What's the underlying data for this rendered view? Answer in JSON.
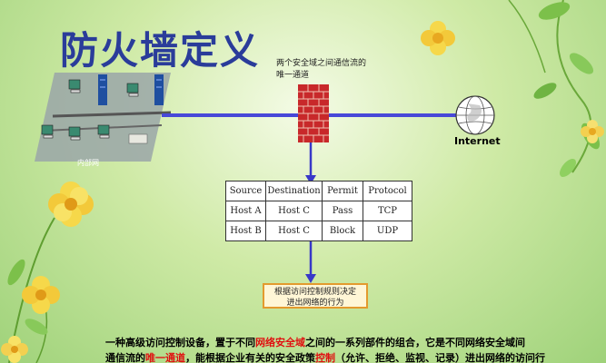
{
  "title": "防火墙定义",
  "channel_caption": {
    "line1": "两个安全域之间通信流的",
    "line2": "唯一通道"
  },
  "lan_label": "内部网",
  "internet_label": "Internet",
  "rules_table": {
    "headers": [
      "Source",
      "Destination",
      "Permit",
      "Protocol"
    ],
    "rows": [
      [
        "Host A",
        "Host C",
        "Pass",
        "TCP"
      ],
      [
        "Host B",
        "Host C",
        "Block",
        "UDP"
      ]
    ]
  },
  "verdict_box": {
    "line1": "根据访问控制规则决定",
    "line2": "进出网络的行为"
  },
  "bottom_text": {
    "line1": {
      "p1": "一种高级访问控制设备，置于不同",
      "h1": "网络安全域",
      "p2": "之间的一系列部件的组合，它是不同网络安全域间"
    },
    "line2": {
      "p1": "通信流的",
      "h1": "唯一通道",
      "p2": "，能根据企业有关的安全政策",
      "h2": "控制",
      "p3": "（允许、拒绝、监视、记录）进出网络的访问行"
    }
  },
  "colors": {
    "title": "#2a3c9a",
    "wire": "#4848d8",
    "highlight": "#e01010",
    "firewall": "#c8282a",
    "verdict_border": "#e39a2e"
  },
  "icons": [
    "firewall-icon",
    "globe-icon",
    "workstation-icon",
    "server-rack-icon",
    "flower-decoration"
  ]
}
